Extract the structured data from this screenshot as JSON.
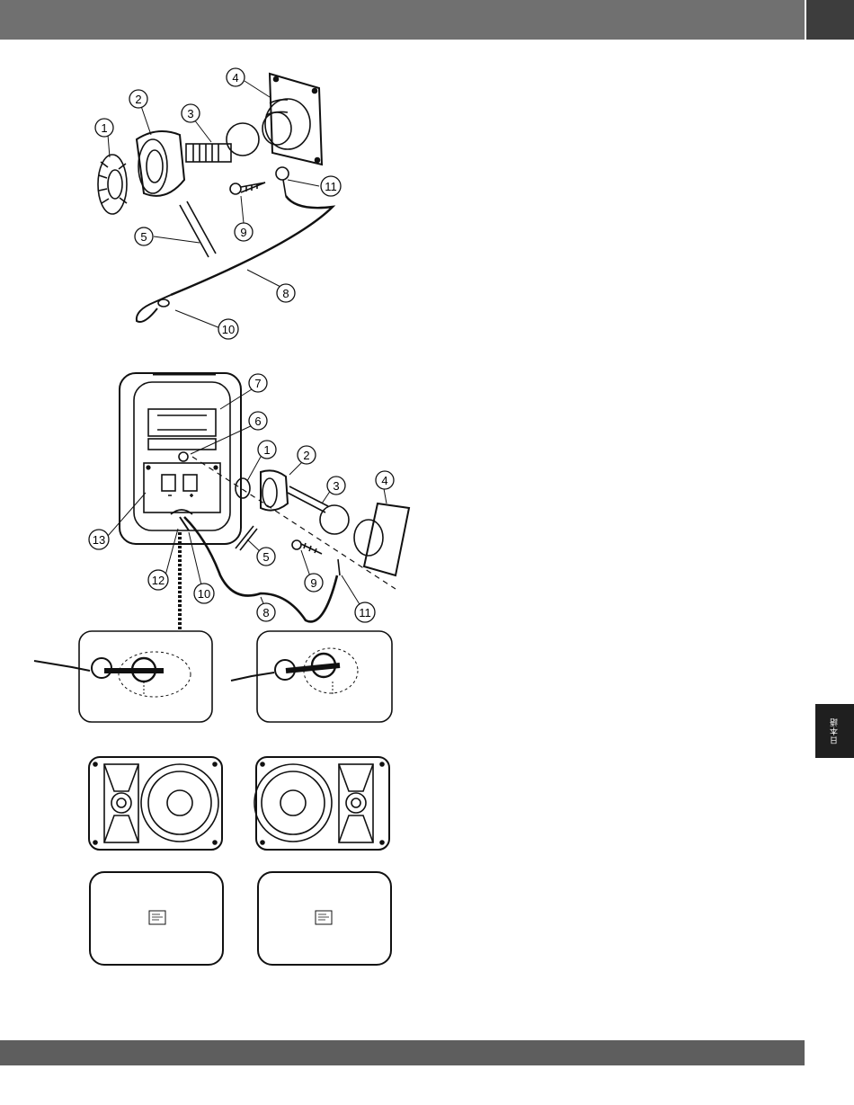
{
  "header": {
    "bar_color": "#707070",
    "corner_block_color": "#3d3d3d"
  },
  "footer": {
    "bar_color": "#5e5e5e"
  },
  "side_tab": {
    "text": "日本語",
    "color": "#1f1f1f"
  },
  "figure1": {
    "callouts": [
      "1",
      "2",
      "3",
      "4",
      "5",
      "8",
      "9",
      "10",
      "11"
    ]
  },
  "figure2": {
    "callouts": [
      "7",
      "6",
      "1",
      "2",
      "3",
      "4",
      "13",
      "5",
      "9",
      "12",
      "10",
      "8",
      "11"
    ]
  }
}
